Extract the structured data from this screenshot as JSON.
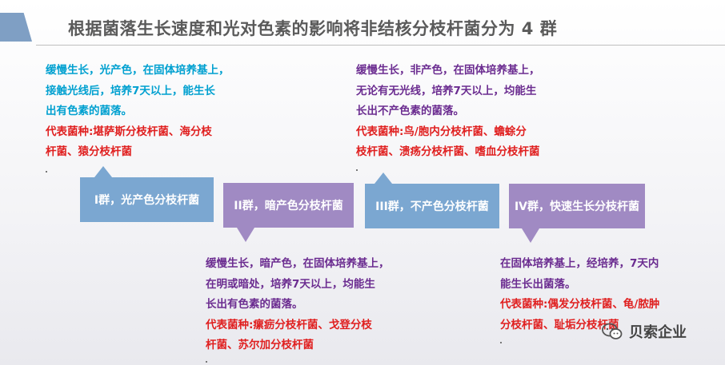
{
  "title": "根据菌落生长速度和光对色素的影响将非结核分枝杆菌分为 4 群",
  "groups": [
    {
      "label": "I群，光产色分枝杆菌",
      "desc": [
        "缓慢生长，光产色，在固体培养基上，",
        "接触光线后，培养7天以上，能生长",
        "出有色素的菌落。"
      ],
      "rep": [
        "代表菌种:堪萨斯分枝杆菌、海分枝",
        "杆菌、猿分枝杆菌"
      ]
    },
    {
      "label": "II群，暗产色分枝杆菌",
      "desc": [
        "缓慢生长，暗产色，在固体培养基上，",
        "在明或暗处，培养7天以上，均能生",
        "长出有色素的菌落。"
      ],
      "rep": [
        "代表菌种:瘰疬分枝杆菌、戈登分枝",
        "杆菌、苏尔加分枝杆菌"
      ]
    },
    {
      "label": "III群，不产色分枝杆菌",
      "desc": [
        "缓慢生长，非产色，在固体培养基上，",
        "无论有无光线，培养7天以上，均能生",
        "长出不产色素的菌落。"
      ],
      "rep": [
        "代表菌种:鸟/胞内分枝杆菌、蟾蜍分",
        "枝杆菌、溃疡分枝杆菌、嗜血分枝杆菌"
      ]
    },
    {
      "label": "IV群，快速生长分枝杆菌",
      "desc": [
        "在固体培养基上，经培养，7天内",
        "能生长出菌落。"
      ],
      "rep": [
        "代表菌种:偶发分枝杆菌、龟/脓肿",
        "分枝杆菌、耻垢分枝杆菌"
      ]
    }
  ],
  "watermark": "贝索企业",
  "icons": {
    "logo": "wechat-icon"
  },
  "colors": {
    "blue_box": "#7ba7d1",
    "purple_box": "#a08ac3",
    "blue_text": "#00a0d0",
    "purple_text": "#6b2c90",
    "red_text": "#e02020"
  }
}
